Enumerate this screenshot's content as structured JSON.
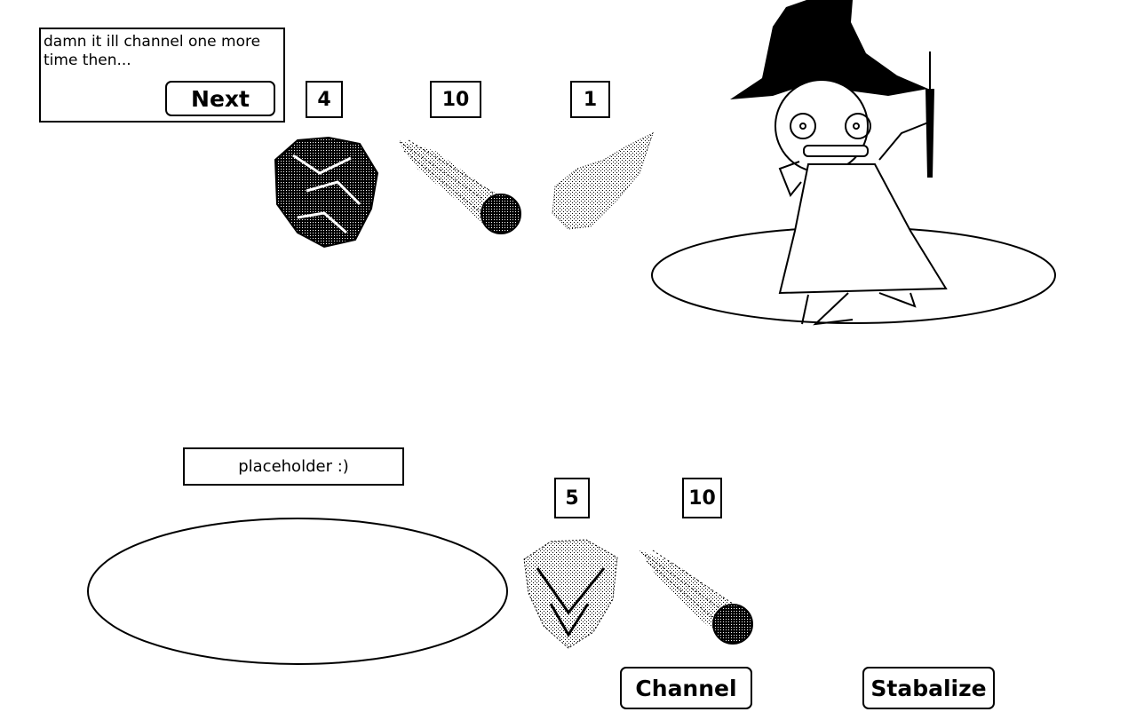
{
  "dialog": {
    "text": "damn it ill channel one more time then...",
    "next_label": "Next"
  },
  "enemy": {
    "counters": [
      {
        "value": "4",
        "icon": "rock-icon"
      },
      {
        "value": "10",
        "icon": "meteor-icon"
      },
      {
        "value": "1",
        "icon": "fireball-icon"
      }
    ],
    "character": "witch-character"
  },
  "player": {
    "status_text": "placeholder :)",
    "counters": [
      {
        "value": "5",
        "icon": "shield-icon"
      },
      {
        "value": "10",
        "icon": "meteor-icon"
      }
    ]
  },
  "actions": {
    "channel_label": "Channel",
    "stabalize_label": "Stabalize"
  }
}
